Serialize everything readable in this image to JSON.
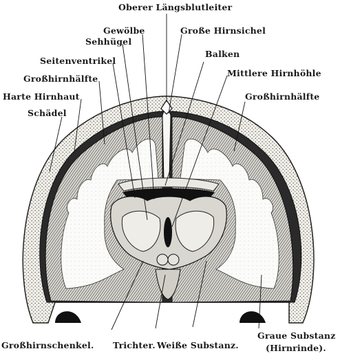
{
  "figure": {
    "labels": {
      "oberer_laengsblutleiter": "Oberer Längsblutleiter",
      "gewoelbe": "Gewölbe",
      "grosse_hirnsichel": "Große Hirnsichel",
      "sehhuegel": "Sehhügel",
      "balken": "Balken",
      "seitenventrikel": "Seitenventrikel",
      "mittlere_hirnhoehle": "Mittlere Hirnhöhle",
      "grosshirnhaelfte_left": "Großhirnhälfte",
      "harte_hirnhaut": "Harte Hirnhaut",
      "grosshirnhaelfte_right": "Großhirnhälfte",
      "schaedel": "Schädel",
      "grosshirnschenkel": "Großhirnschenkel.",
      "trichter": "Trichter.",
      "weisse_substanz": "Weiße Substanz.",
      "graue_substanz": "Graue Substanz",
      "hirnrinde": "(Hirnrinde)."
    }
  }
}
